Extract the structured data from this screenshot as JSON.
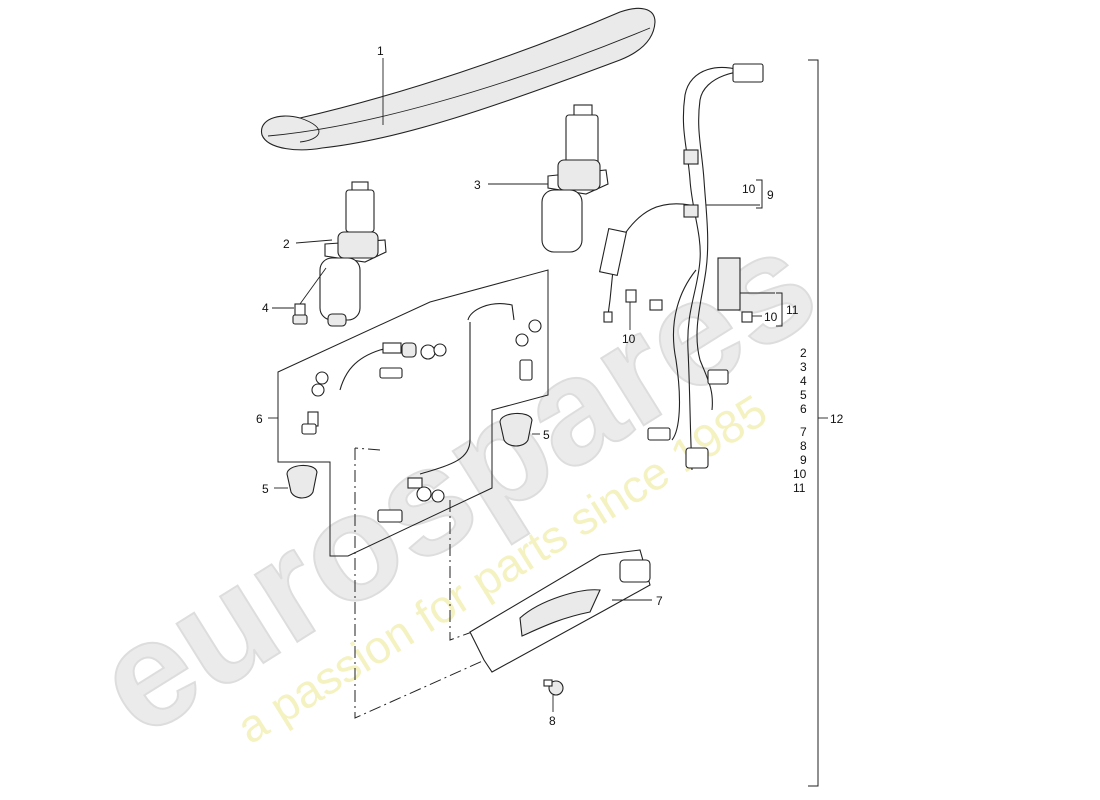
{
  "watermark": {
    "logo": "eurospares",
    "tagline": "a passion for parts since 1985"
  },
  "colors": {
    "line": "#222222",
    "watermark_logo": "#ebebeb",
    "watermark_tagline": "#f4f2c0"
  },
  "callouts": {
    "c1": "1",
    "c2": "2",
    "c3": "3",
    "c4": "4",
    "c5a": "5",
    "c5b": "5",
    "c6": "6",
    "c7": "7",
    "c8": "8",
    "c9": "9",
    "c10a": "10",
    "c10b": "10",
    "c10c": "10",
    "c11": "11",
    "c12": "12"
  },
  "kit_list": [
    "2",
    "3",
    "4",
    "5",
    "6",
    "7",
    "8",
    "9",
    "10",
    "11"
  ]
}
